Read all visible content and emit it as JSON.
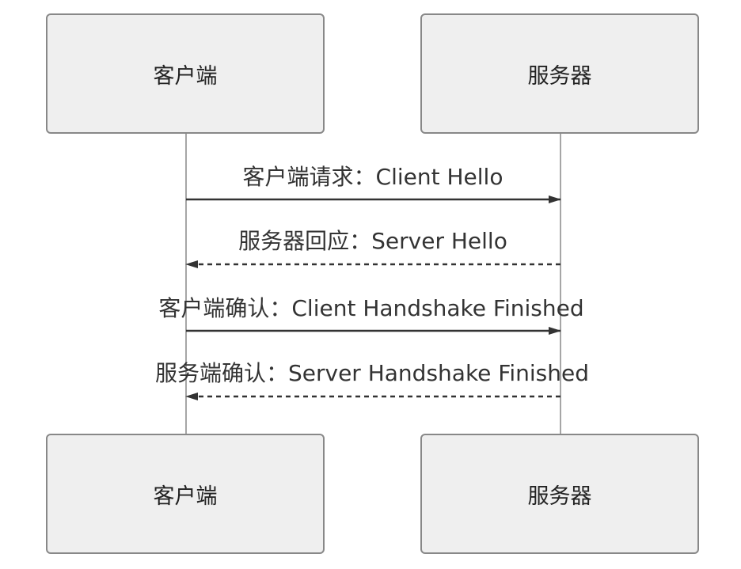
{
  "participants": {
    "client_top": "客户端",
    "server_top": "服务器",
    "client_bottom": "客户端",
    "server_bottom": "服务器"
  },
  "messages": [
    {
      "label": "客户端请求：Client Hello",
      "direction": "client-to-server",
      "style": "solid"
    },
    {
      "label": "服务器回应：Server Hello",
      "direction": "server-to-client",
      "style": "dashed"
    },
    {
      "label": "客户端确认：Client Handshake Finished",
      "direction": "client-to-server",
      "style": "solid"
    },
    {
      "label": "服务端确认：Server Handshake Finished",
      "direction": "server-to-client",
      "style": "dashed"
    }
  ],
  "colors": {
    "box_fill": "#efefef",
    "box_border": "#888888",
    "lifeline": "#888888",
    "arrow": "#333333",
    "text": "#222222"
  }
}
